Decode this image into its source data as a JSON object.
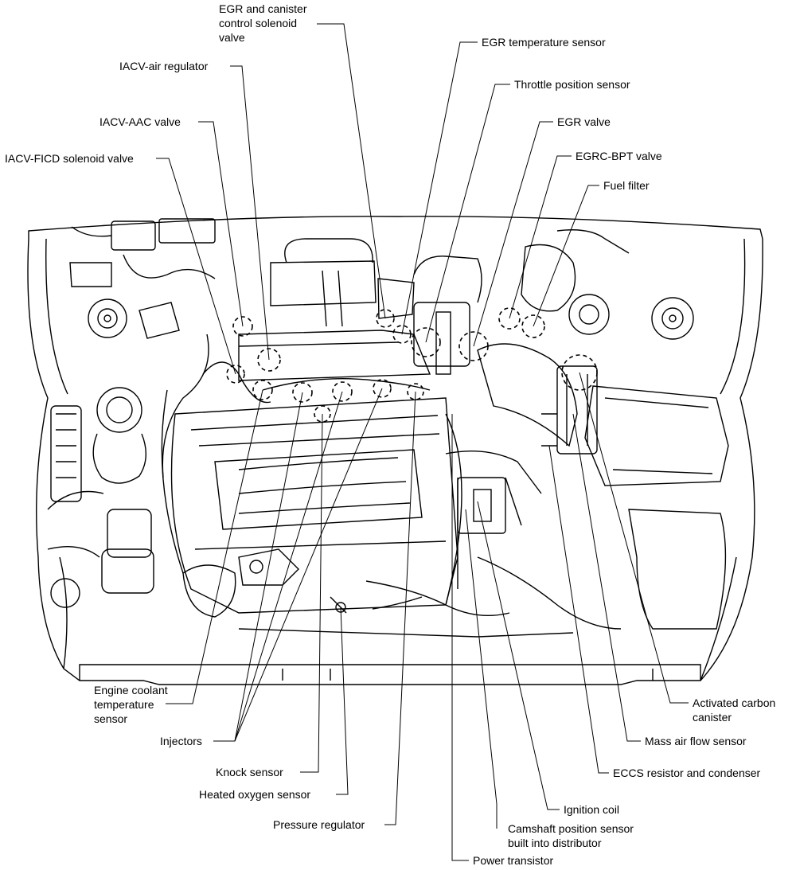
{
  "labels": {
    "egr_canister": [
      "EGR and canister",
      "control solenoid",
      "valve"
    ],
    "iacv_air_regulator": [
      "IACV-air regulator"
    ],
    "iacv_aac_valve": [
      "IACV-AAC valve"
    ],
    "iacv_ficd": [
      "IACV-FICD solenoid valve"
    ],
    "egr_temp_sensor": [
      "EGR temperature sensor"
    ],
    "throttle_position_sensor": [
      "Throttle position sensor"
    ],
    "egr_valve": [
      "EGR valve"
    ],
    "egrc_bpt_valve": [
      "EGRC-BPT valve"
    ],
    "fuel_filter": [
      "Fuel filter"
    ],
    "engine_coolant_temp": [
      "Engine coolant",
      "temperature",
      "sensor"
    ],
    "injectors": [
      "Injectors"
    ],
    "knock_sensor": [
      "Knock sensor"
    ],
    "heated_oxygen_sensor": [
      "Heated oxygen sensor"
    ],
    "pressure_regulator": [
      "Pressure regulator"
    ],
    "activated_carbon_canister": [
      "Activated carbon",
      "canister"
    ],
    "mass_air_flow_sensor": [
      "Mass air flow sensor"
    ],
    "eccs_resistor": [
      "ECCS resistor and condenser"
    ],
    "ignition_coil": [
      "Ignition coil"
    ],
    "camshaft_position_sensor": [
      "Camshaft position sensor",
      "built into distributor"
    ],
    "power_transistor": [
      "Power transistor"
    ]
  }
}
